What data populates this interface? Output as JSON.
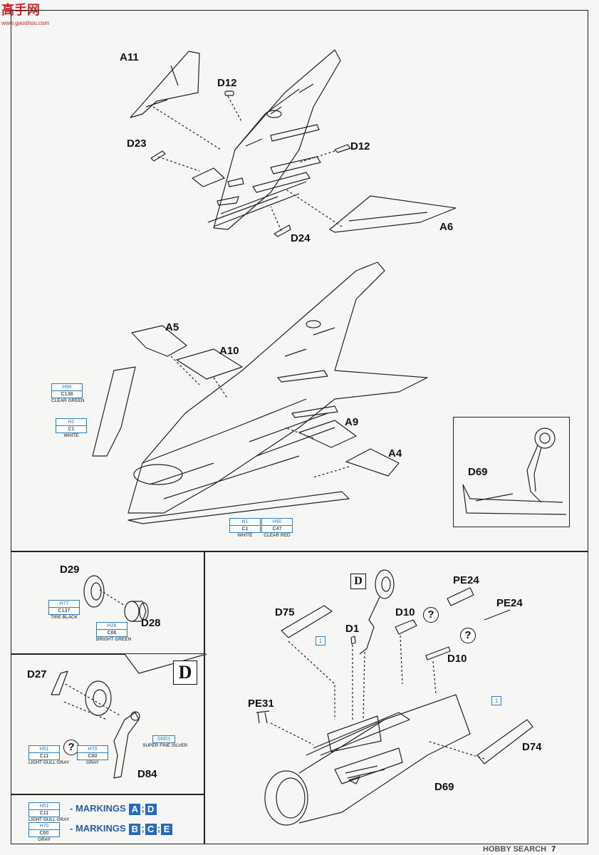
{
  "watermark_top": {
    "title": "高手网",
    "url": "www.gaoshou.com"
  },
  "watermark_bottom": {
    "text": "HOBBY SEARCH"
  },
  "page_number": "7",
  "top_section": {
    "labels": {
      "a11": "A11",
      "d12a": "D12",
      "d23": "D23",
      "d12b": "D12",
      "d24": "D24",
      "a6": "A6",
      "a5": "A5",
      "a10": "A10",
      "a9": "A9",
      "a4": "A4",
      "d69_inset": "D69"
    },
    "paint": {
      "clear_green": {
        "h": "H94",
        "c": "C138",
        "name": "CLEAR GREEN"
      },
      "white_left": {
        "h": "H1",
        "c": "C1",
        "name": "WHITE"
      },
      "white_bottom": {
        "h": "H1",
        "c": "C1",
        "name": "WHITE"
      },
      "clear_red": {
        "h": "H90",
        "c": "C47",
        "name": "CLEAR RED"
      }
    }
  },
  "wheel_section": {
    "labels": {
      "d29": "D29",
      "d28": "D28"
    },
    "paint": {
      "tire_black": {
        "h": "H77",
        "c": "C137",
        "name": "TIRE BLACK"
      },
      "bright_green": {
        "h": "H26",
        "c": "C66",
        "name": "BRIGHT GREEN"
      }
    }
  },
  "gear_section": {
    "box_letter": "D",
    "labels": {
      "d27": "D27",
      "d84": "D84"
    },
    "paint": {
      "silver": {
        "h": "SM01",
        "name": "SUPER FINE SILVER"
      },
      "light_gull_gray": {
        "h": "H51",
        "c": "C11",
        "name": "LIGHT GULL GRAY"
      },
      "gray": {
        "h": "H70",
        "c": "C60",
        "name": "GRAY"
      }
    },
    "question": "?"
  },
  "legend": {
    "row1": {
      "h": "H51",
      "c": "C11",
      "name": "LIGHT GULL GRAY",
      "label": "- MARKINGS",
      "letters": [
        "A",
        "D"
      ]
    },
    "row2": {
      "h": "H70",
      "c": "C60",
      "name": "GRAY",
      "label": "- MARKINGS",
      "letters": [
        "B",
        "C",
        "E"
      ]
    }
  },
  "nose_section": {
    "box_letter": "D",
    "labels": {
      "d75": "D75",
      "d1": "D1",
      "d10a": "D10",
      "pe24a": "PE24",
      "pe24b": "PE24",
      "d10b": "D10",
      "pe31": "PE31",
      "d74": "D74",
      "d69": "D69"
    },
    "step_ref": "1",
    "question": "?"
  },
  "colors": {
    "ink": "#111111",
    "paint_blue": "#2a7fc1",
    "marking_blue": "#2a6bb8",
    "watermark_red": "#d2232a"
  }
}
